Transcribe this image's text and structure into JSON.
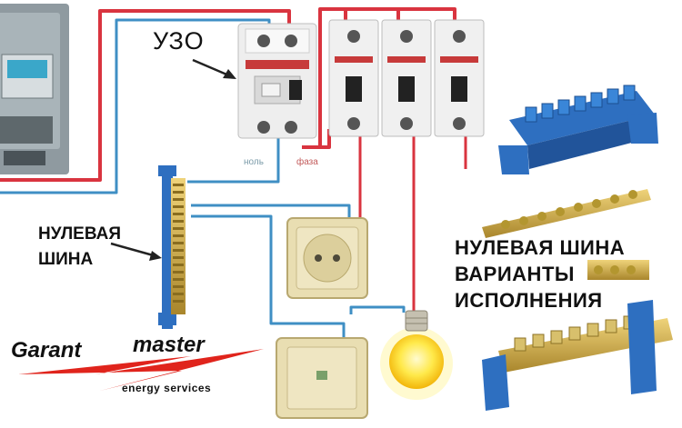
{
  "labels": {
    "uzo": "УЗО",
    "zero_bus_line1": "НУЛЕВАЯ",
    "zero_bus_line2": "ШИНА",
    "variants_line1": "НУЛЕВАЯ ШИНА",
    "variants_line2": "ВАРИАНТЫ",
    "variants_line3": "ИСПОЛНЕНИЯ",
    "zero_wire": "ноль",
    "phase_wire": "фаза"
  },
  "logo": {
    "word1": "Garant",
    "word2": "master",
    "tagline": "energy services"
  },
  "colors": {
    "phase_wire": "#d9343f",
    "neutral_wire": "#3f8fc4",
    "blue_bus": "#2e6fc0",
    "brass": "#c9a84a",
    "device_body": "#eeeeee",
    "logo_red": "#e0241c"
  }
}
